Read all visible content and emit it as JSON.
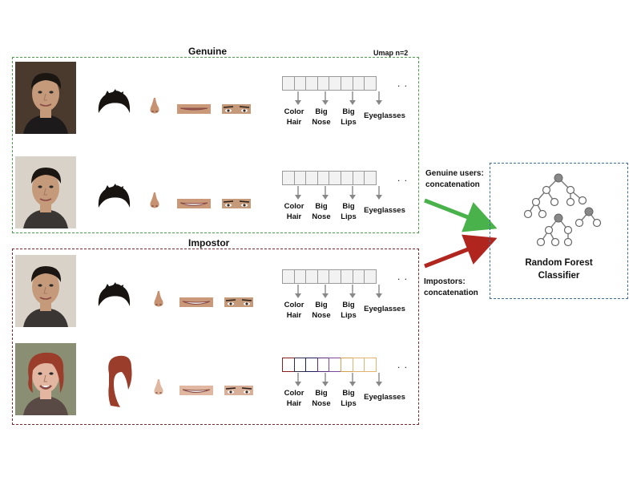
{
  "genuine": {
    "title": "Genuine",
    "umap_label": "Umap n=2",
    "border_color": "#4f9d4b"
  },
  "impostor": {
    "title": "Impostor",
    "border_color": "#7a2a2a"
  },
  "attributes": {
    "labels": [
      "Color\nHair",
      "Big\nNose",
      "Big\nLips",
      "Eyeglasses"
    ]
  },
  "ellipsis": ". .",
  "classifier": {
    "label": "Random Forest\nClassifier",
    "border_color": "#3f6f97"
  },
  "flows": {
    "genuine_label": "Genuine users:\nconcatenation",
    "genuine_color": "#49b24a",
    "impostor_label": "Impostors:\nconcatenation",
    "impostor_color": "#b0261f"
  },
  "colored_vector": [
    "#8a1f1f",
    "#2d2d4f",
    "#1f1f5c",
    "#5a2d7a",
    "#7b4a9a",
    "#d4a24f",
    "#e0b470"
  ]
}
